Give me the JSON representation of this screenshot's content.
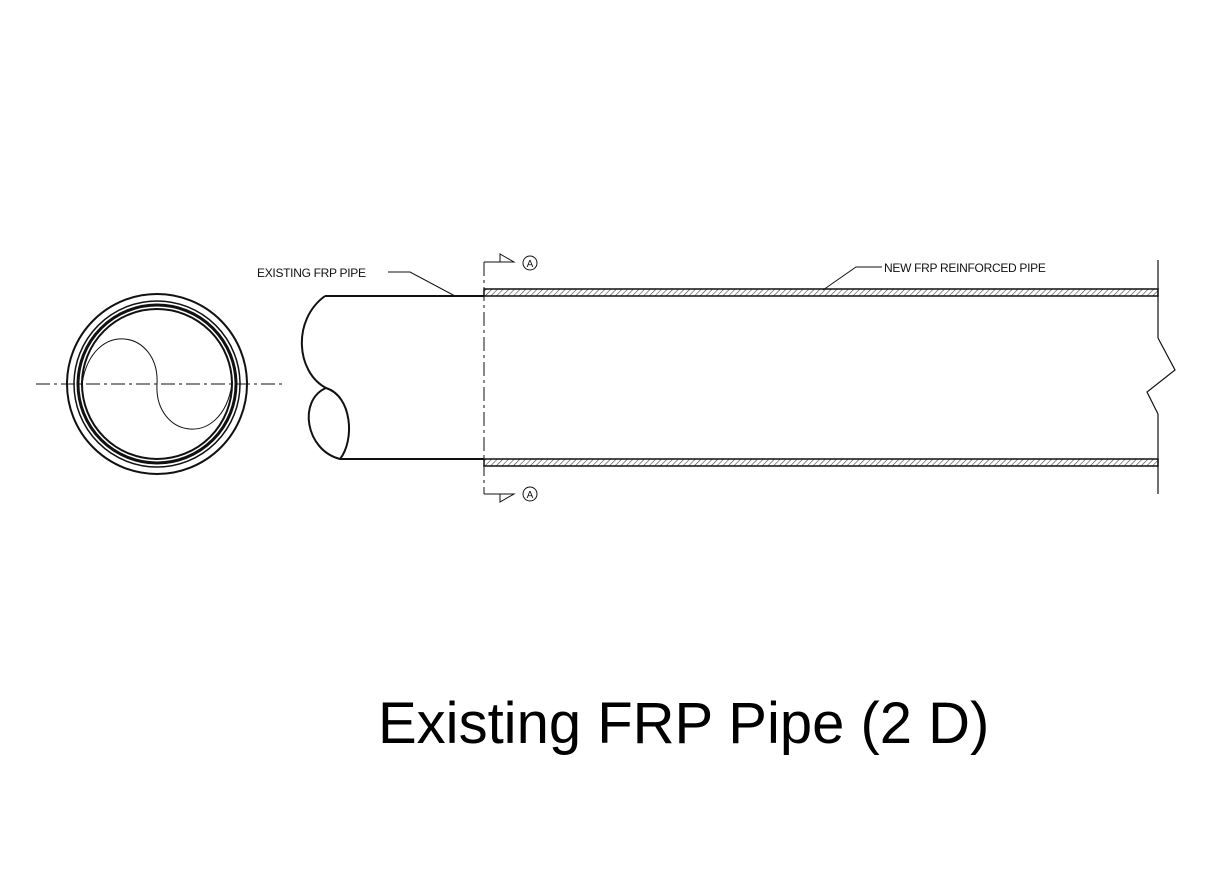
{
  "title": "Existing FRP Pipe (2 D)",
  "callouts": {
    "existing_pipe": "EXISTING FRP PIPE",
    "new_pipe": "NEW FRP REINFORCED PIPE"
  },
  "section_marker": {
    "letter": "A"
  },
  "colors": {
    "line": "#111111",
    "background": "#ffffff"
  }
}
